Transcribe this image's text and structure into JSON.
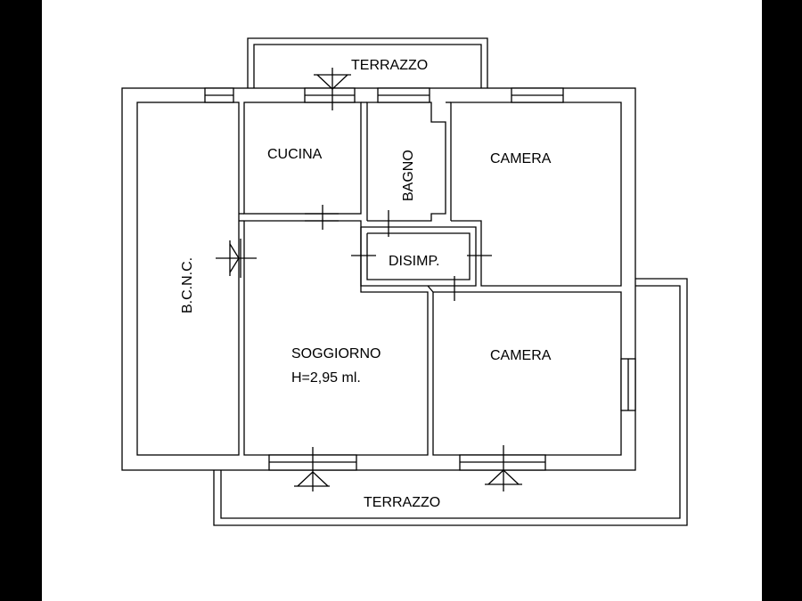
{
  "colors": {
    "side_bars": "#000000",
    "sheet": "#ffffff",
    "line": "#000000"
  },
  "rooms": {
    "terrace_top": "TERRAZZO",
    "terrace_bottom": "TERRAZZO",
    "kitchen": "CUCINA",
    "bath": "BAGNO",
    "bedroom_top": "CAMERA",
    "bedroom_bottom": "CAMERA",
    "hall": "DISIMP.",
    "living": "SOGGIORNO",
    "living_height": "H=2,95 ml.",
    "bcnc": "B.C.N.C."
  }
}
